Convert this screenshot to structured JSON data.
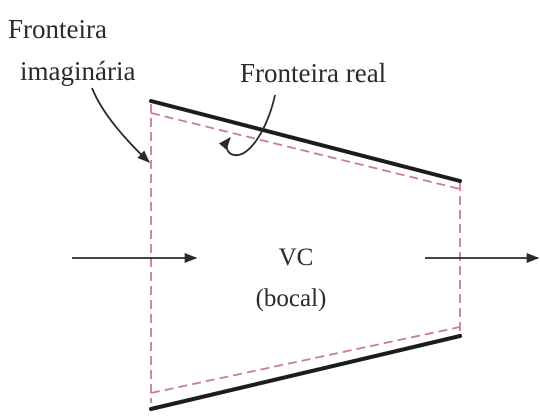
{
  "labels": {
    "imaginary_boundary_line1": "Fronteira",
    "imaginary_boundary_line2": "imaginária",
    "real_boundary": "Fronteira real",
    "control_volume": "VC",
    "control_volume_type": "(bocal)"
  },
  "colors": {
    "real_boundary": "#1c1c1c",
    "imaginary_boundary": "#c97aa0",
    "arrows": "#2a2a2a",
    "text": "#2a2a2a"
  }
}
